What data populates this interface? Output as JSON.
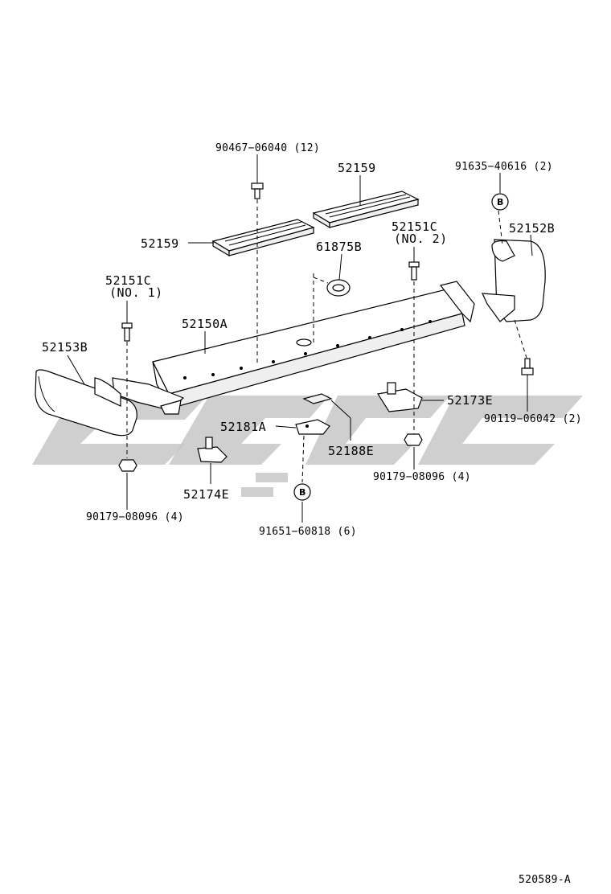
{
  "diagram_id": "520589-A",
  "labels": {
    "p90467": "90467−06040 (12)",
    "p52159_top": "52159",
    "p52159_left": "52159",
    "p91635": "91635−40616 (2)",
    "p52151c_no2_a": "52151C",
    "p52151c_no2_b": "(NO. 2)",
    "p52152b": "52152B",
    "p61875b": "61875B",
    "p52151c_no1_a": "52151C",
    "p52151c_no1_b": "(NO. 1)",
    "p52150a": "52150A",
    "p52153b": "52153B",
    "p52173e": "52173E",
    "p90119": "90119−06042 (2)",
    "p52181a": "52181A",
    "p52188e": "52188E",
    "p90179_right": "90179−08096 (4)",
    "p52174e": "52174E",
    "p90179_left": "90179−08096 (4)",
    "p91651": "91651−60818 (6)"
  },
  "callouts": {
    "b_upper": "B",
    "b_lower": "B"
  },
  "colors": {
    "line": "#000000",
    "watermark": "#c7c7c7",
    "background": "#ffffff"
  }
}
